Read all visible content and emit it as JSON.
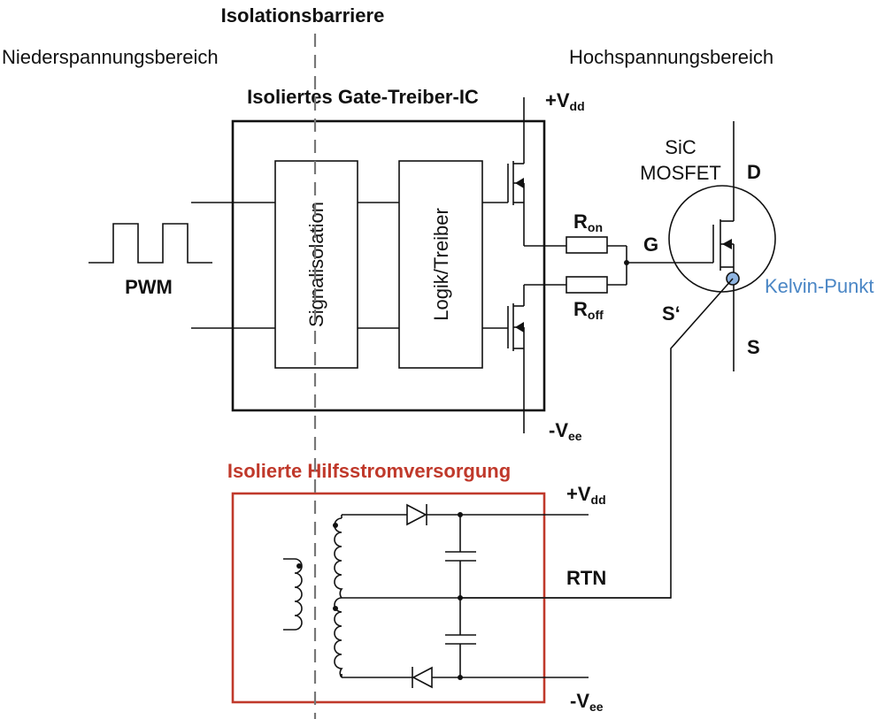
{
  "header": {
    "barrier_title": "Isolationsbarriere",
    "low_voltage": "Niederspannungsbereich",
    "high_voltage": "Hochspannungsbereich"
  },
  "gate_driver": {
    "title": "Isoliertes Gate-Treiber-IC",
    "signal_block": "Signalisolation",
    "logic_block": "Logik/Treiber",
    "pwm": "PWM",
    "vdd": {
      "main": "+V",
      "sub": "dd"
    },
    "vee": {
      "main": "-V",
      "sub": "ee"
    },
    "r_on": {
      "main": "R",
      "sub": "on"
    },
    "r_off": {
      "main": "R",
      "sub": "off"
    }
  },
  "mosfet": {
    "line1": "SiC",
    "line2": "MOSFET",
    "gate": "G",
    "drain": "D",
    "source": "S",
    "kelvin_source": "S‘",
    "kelvin_point": "Kelvin-Punkt"
  },
  "supply": {
    "title": "Isolierte Hilfsstromversorgung",
    "vdd": {
      "main": "+V",
      "sub": "dd"
    },
    "rtn": "RTN",
    "vee": {
      "main": "-V",
      "sub": "ee"
    }
  },
  "colors": {
    "supply_accent": "#c0392b",
    "kelvin_accent": "#4a86c5",
    "kelvin_dot": "#8fb4e0"
  }
}
